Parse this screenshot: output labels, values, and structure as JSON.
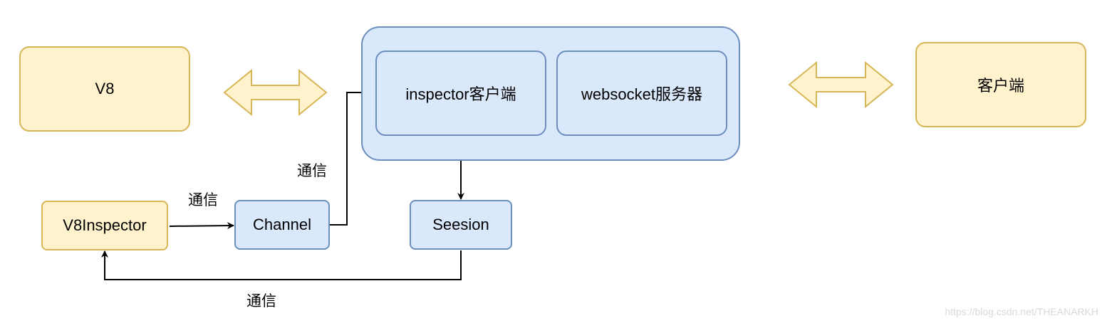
{
  "diagram": {
    "nodes": {
      "v8": "V8",
      "client": "客户端",
      "inspector_client": "inspector客户端",
      "websocket_server": "websocket服务器",
      "v8inspector": "V8Inspector",
      "channel": "Channel",
      "session": "Seesion"
    },
    "edge_labels": {
      "v8inspector_to_channel": "通信",
      "channel_to_inspector_client": "通信",
      "session_to_v8inspector": "通信"
    },
    "colors": {
      "yellow_fill": "#fff2cc",
      "yellow_stroke": "#d6b656",
      "blue_fill": "#dae8fc",
      "blue_stroke": "#6c8ebf",
      "connector": "#000000"
    }
  },
  "watermark": "https://blog.csdn.net/THEANARKH"
}
